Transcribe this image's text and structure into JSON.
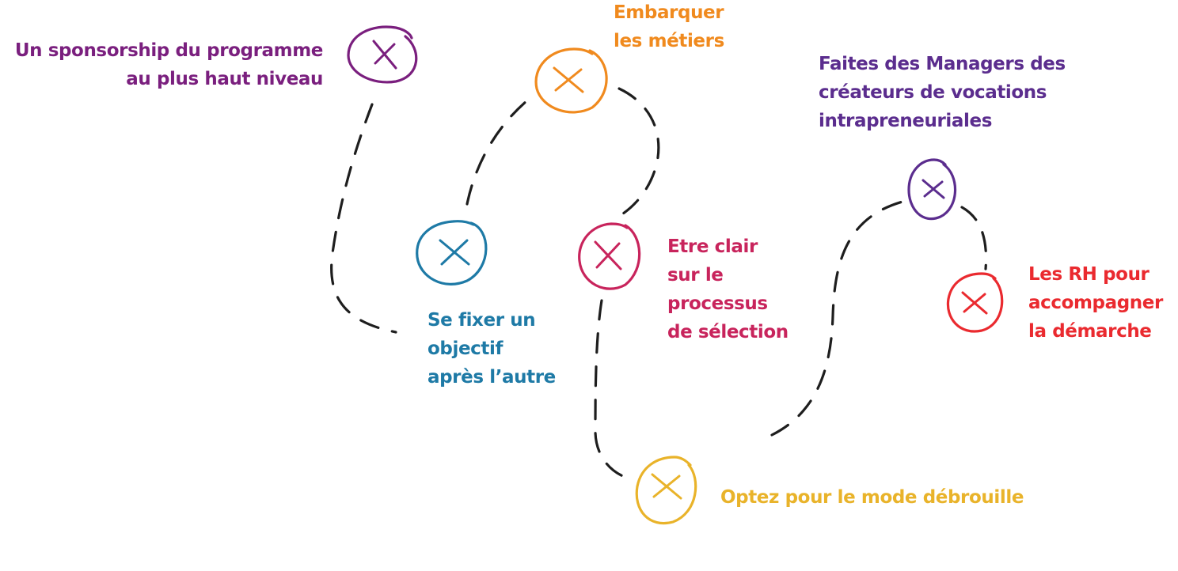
{
  "milestones": {
    "sponsorship": {
      "lines": [
        "Un sponsorship du programme",
        "au plus haut niveau"
      ],
      "color": "#7a1f7e"
    },
    "objectif": {
      "lines": [
        "Se fixer un",
        "objectif",
        "après l’autre"
      ],
      "color": "#1e7aa6"
    },
    "metiers": {
      "lines": [
        "Embarquer",
        "les métiers"
      ],
      "color": "#f08a1e"
    },
    "selection": {
      "lines": [
        "Etre clair",
        "sur le",
        "processus",
        "de sélection"
      ],
      "color": "#c8245c"
    },
    "debrouille": {
      "lines": [
        "Optez pour le mode débrouille"
      ],
      "color": "#e9b32a"
    },
    "managers": {
      "lines": [
        "Faites des Managers des",
        "créateurs de vocations",
        "intrapreneuriales"
      ],
      "color": "#5b2d8e"
    },
    "rh": {
      "lines": [
        "Les RH pour",
        "accompagner",
        "la démarche"
      ],
      "color": "#ea2a2f"
    }
  }
}
